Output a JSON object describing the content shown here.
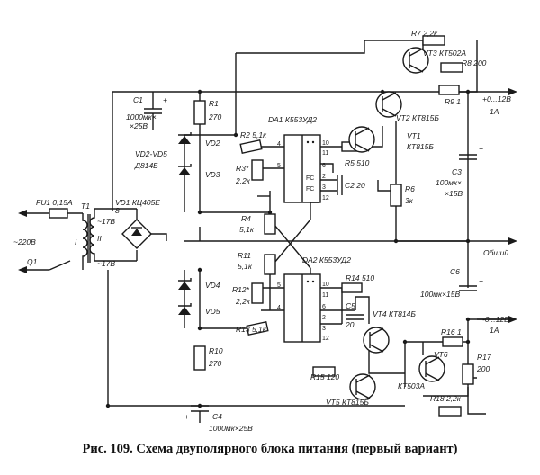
{
  "caption": "Рис. 109. Схема двуполярного блока питания (первый вариант)",
  "labels": {
    "fu1": "FU1 0,15А",
    "t1": "T1",
    "t1_primary": "I",
    "t1_secondary": "II",
    "sec_top": "~17В",
    "sec_bot": "~17В",
    "pin8": "8",
    "mains": "~220В",
    "q1": "Q1",
    "vd1": "VD1 КЦ405Е",
    "c1_a": "C1",
    "c1_b": "1000мк×",
    "c1_c": "×25В",
    "r1_a": "R1",
    "r1_b": "270",
    "vd2vd5_a": "VD2-VD5",
    "vd2vd5_b": "Д814Б",
    "vd2": "VD2",
    "vd3": "VD3",
    "r2": "R2 5,1к",
    "r3_a": "R3*",
    "r3_b": "2,2к",
    "da1": "DA1 К553УД2",
    "r4_a": "R4",
    "r4_b": "5,1к",
    "r5": "R5 510",
    "c2": "C2 20",
    "r6_a": "R6",
    "r6_b": "3к",
    "r7": "R7 2,2к",
    "vt3": "VT3 КТ502А",
    "r8": "R8 200",
    "r9": "R9 1",
    "vt2": "VT2 КТ815Б",
    "vt1_a": "VT1",
    "vt1_b": "КТ815Б",
    "out_pos_a": "+0...12В",
    "out_pos_b": "1А",
    "c3_a": "C3",
    "c3_b": "100мк×",
    "c3_c": "×15В",
    "common": "Общий",
    "da2": "DA2 К553УД2",
    "r11_a": "R11",
    "r11_b": "5,1к",
    "vd4": "VD4",
    "vd5": "VD5",
    "r12_a": "R12*",
    "r12_b": "2,2к",
    "r13": "R13 5,1к",
    "r14": "R14 510",
    "c5_a": "C5",
    "c5_b": "20",
    "c6": "C6",
    "c6_b": "100мк×15В",
    "vt4": "VT4 КТ814Б",
    "out_neg_a": "-0...12В",
    "out_neg_b": "1А",
    "r10_a": "R10",
    "r10_b": "270",
    "r15": "R15 120",
    "vt5": "VT5 КТ815Б",
    "vt6": "VT6",
    "vt6_b": "КТ503А",
    "r16": "R16 1",
    "r17_a": "R17",
    "r17_b": "200",
    "r18": "R18 2,2к",
    "c4": "C4",
    "c4_b": "1000мк×25В",
    "op_pins_top": [
      "4",
      "5",
      "10",
      "11",
      "6",
      "2",
      "3",
      "12"
    ],
    "op_pins_bot": [
      "5",
      "4",
      "10",
      "11",
      "6",
      "2",
      "3",
      "12"
    ],
    "fc": "FC"
  }
}
